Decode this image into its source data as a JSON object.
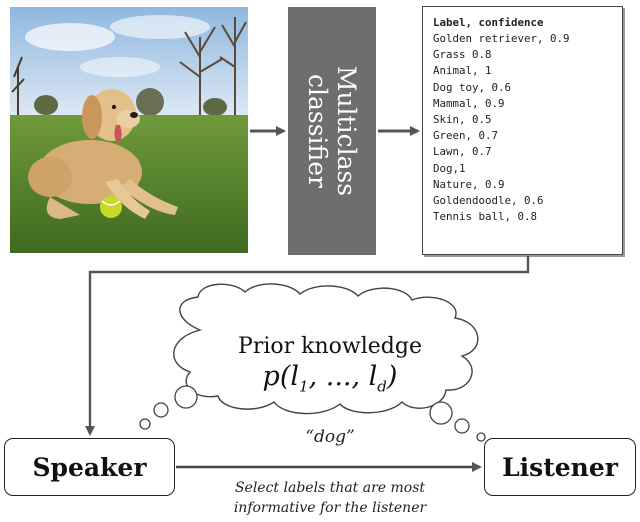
{
  "classifier": {
    "line1": "Multiclass",
    "line2": "classifier"
  },
  "labels": {
    "header": "Label, confidence",
    "items": [
      "Golden retriever, 0.9",
      "Grass 0.8",
      "Animal, 1",
      "Dog toy, 0.6",
      "Mammal, 0.9",
      "Skin, 0.5",
      "Green, 0.7",
      "Lawn, 0.7",
      "Dog,1",
      "Nature, 0.9",
      "Goldendoodle, 0.6",
      "Tennis ball, 0.8"
    ]
  },
  "thought": {
    "title": "Prior knowledge",
    "formula": {
      "p": "p",
      "open": "(",
      "l1": "l",
      "sub1": "1",
      "mid": ", ..., ",
      "ld": "l",
      "subd": "d",
      "close": ")"
    }
  },
  "speaker": {
    "label": "Speaker"
  },
  "listener": {
    "label": "Listener"
  },
  "utterance": "“dog”",
  "caption": {
    "line1": "Select labels that are most",
    "line2": "informative for the listener"
  },
  "colors": {
    "arrow": "#555555",
    "classifier_fill": "#6e6e6e",
    "grass": "#4f7a2a",
    "sky": "#b8d3ea",
    "dog": "#d9b27a",
    "ball": "#c9d92a"
  }
}
